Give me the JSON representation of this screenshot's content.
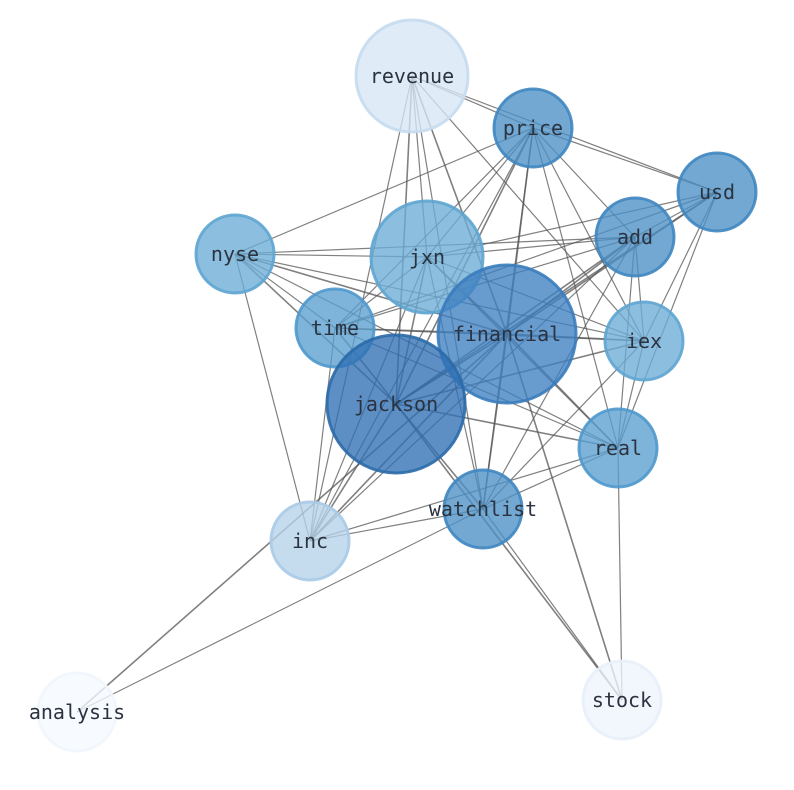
{
  "graph": {
    "nodes": [
      {
        "id": "revenue",
        "label": "revenue",
        "weight": 0.15,
        "color": "#d6e6f5",
        "stroke": "#c7dcf0"
      },
      {
        "id": "price",
        "label": "price",
        "weight": 0.55,
        "color": "#4a8fc5",
        "stroke": "#3f86c0"
      },
      {
        "id": "usd",
        "label": "usd",
        "weight": 0.55,
        "color": "#4a8fc5",
        "stroke": "#3f86c0"
      },
      {
        "id": "add",
        "label": "add",
        "weight": 0.55,
        "color": "#4a8fc5",
        "stroke": "#3f86c0"
      },
      {
        "id": "nyse",
        "label": "nyse",
        "weight": 0.45,
        "color": "#6badd6",
        "stroke": "#5ea5d2"
      },
      {
        "id": "jxn",
        "label": "jxn",
        "weight": 0.5,
        "color": "#6badd6",
        "stroke": "#5ea5d2"
      },
      {
        "id": "time",
        "label": "time",
        "weight": 0.5,
        "color": "#5a9fd0",
        "stroke": "#4f98cc"
      },
      {
        "id": "financial",
        "label": "financial",
        "weight": 0.7,
        "color": "#3d7fc0",
        "stroke": "#3a7cbd"
      },
      {
        "id": "iex",
        "label": "iex",
        "weight": 0.45,
        "color": "#6badd6",
        "stroke": "#5ea5d2"
      },
      {
        "id": "jackson",
        "label": "jackson",
        "weight": 0.85,
        "color": "#2f6fb5",
        "stroke": "#2b6aa8"
      },
      {
        "id": "real",
        "label": "real",
        "weight": 0.5,
        "color": "#5a9fd0",
        "stroke": "#4f98cc"
      },
      {
        "id": "watchlist",
        "label": "watchlist",
        "weight": 0.55,
        "color": "#4a8fc5",
        "stroke": "#3f86c0"
      },
      {
        "id": "inc",
        "label": "inc",
        "weight": 0.2,
        "color": "#b5d2ea",
        "stroke": "#a8cae6"
      },
      {
        "id": "analysis",
        "label": "analysis",
        "weight": 0.0,
        "color": "#f5f9fe",
        "stroke": "#f1f6fd"
      },
      {
        "id": "stock",
        "label": "stock",
        "weight": 0.05,
        "color": "#eef4fc",
        "stroke": "#e8f0fa"
      }
    ],
    "edges": [
      [
        "revenue",
        "price"
      ],
      [
        "revenue",
        "usd"
      ],
      [
        "revenue",
        "jxn"
      ],
      [
        "revenue",
        "financial"
      ],
      [
        "revenue",
        "jackson"
      ],
      [
        "revenue",
        "inc"
      ],
      [
        "revenue",
        "watchlist"
      ],
      [
        "revenue",
        "iex"
      ],
      [
        "price",
        "usd"
      ],
      [
        "price",
        "add"
      ],
      [
        "price",
        "nyse"
      ],
      [
        "price",
        "jxn"
      ],
      [
        "price",
        "time"
      ],
      [
        "price",
        "financial"
      ],
      [
        "price",
        "iex"
      ],
      [
        "price",
        "jackson"
      ],
      [
        "price",
        "real"
      ],
      [
        "price",
        "watchlist"
      ],
      [
        "price",
        "inc"
      ],
      [
        "usd",
        "add"
      ],
      [
        "usd",
        "jxn"
      ],
      [
        "usd",
        "financial"
      ],
      [
        "usd",
        "iex"
      ],
      [
        "usd",
        "jackson"
      ],
      [
        "usd",
        "real"
      ],
      [
        "usd",
        "time"
      ],
      [
        "add",
        "nyse"
      ],
      [
        "add",
        "jxn"
      ],
      [
        "add",
        "time"
      ],
      [
        "add",
        "financial"
      ],
      [
        "add",
        "iex"
      ],
      [
        "add",
        "jackson"
      ],
      [
        "add",
        "real"
      ],
      [
        "add",
        "watchlist"
      ],
      [
        "add",
        "inc"
      ],
      [
        "nyse",
        "jxn"
      ],
      [
        "nyse",
        "time"
      ],
      [
        "nyse",
        "financial"
      ],
      [
        "nyse",
        "iex"
      ],
      [
        "nyse",
        "jackson"
      ],
      [
        "nyse",
        "real"
      ],
      [
        "nyse",
        "inc"
      ],
      [
        "jxn",
        "time"
      ],
      [
        "jxn",
        "financial"
      ],
      [
        "jxn",
        "iex"
      ],
      [
        "jxn",
        "jackson"
      ],
      [
        "jxn",
        "real"
      ],
      [
        "jxn",
        "watchlist"
      ],
      [
        "jxn",
        "inc"
      ],
      [
        "time",
        "financial"
      ],
      [
        "time",
        "iex"
      ],
      [
        "time",
        "jackson"
      ],
      [
        "time",
        "real"
      ],
      [
        "time",
        "inc"
      ],
      [
        "financial",
        "iex"
      ],
      [
        "financial",
        "jackson"
      ],
      [
        "financial",
        "real"
      ],
      [
        "financial",
        "watchlist"
      ],
      [
        "financial",
        "inc"
      ],
      [
        "financial",
        "stock"
      ],
      [
        "financial",
        "analysis"
      ],
      [
        "iex",
        "jackson"
      ],
      [
        "iex",
        "real"
      ],
      [
        "iex",
        "watchlist"
      ],
      [
        "jackson",
        "real"
      ],
      [
        "jackson",
        "watchlist"
      ],
      [
        "jackson",
        "inc"
      ],
      [
        "jackson",
        "stock"
      ],
      [
        "real",
        "watchlist"
      ],
      [
        "real",
        "inc"
      ],
      [
        "real",
        "stock"
      ],
      [
        "watchlist",
        "inc"
      ],
      [
        "watchlist",
        "stock"
      ],
      [
        "watchlist",
        "analysis"
      ]
    ]
  }
}
